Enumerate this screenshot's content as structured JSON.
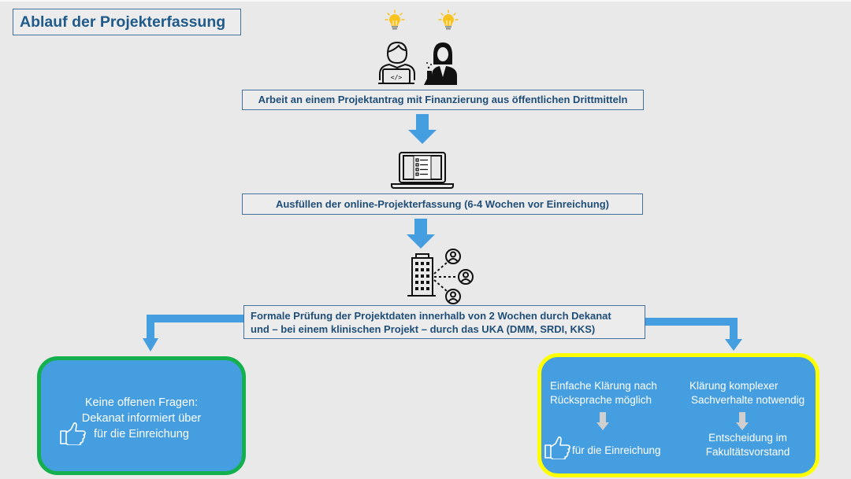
{
  "title": "Ablauf der Projekterfassung",
  "steps": [
    {
      "label": "Arbeit an einem Projektantrag mit Finanzierung aus öffentlichen Drittmitteln"
    },
    {
      "label": "Ausfüllen der online-Projekterfassung (6-4 Wochen vor Einreichung)"
    },
    {
      "line1": "Formale Prüfung der Projektdaten innerhalb von 2 Wochen durch Dekanat",
      "line2": "und – bei einem klinischen Projekt – durch das UKA (DMM, SRDI, KKS)"
    }
  ],
  "icons": {
    "ideas": [
      "lightbulb-icon",
      "lightbulb-icon"
    ],
    "people": [
      "developer-person-icon",
      "scientist-person-icon"
    ],
    "form": "laptop-form-icon",
    "institution": "building-network-icon"
  },
  "outcome_left": {
    "line1": "Keine offenen Fragen:",
    "line2": "Dekanat informiert über",
    "line3": "für die Einreichung",
    "icon": "thumbs-up-icon",
    "border_color": "#14b04e"
  },
  "outcome_right": {
    "border_color": "#ffff00",
    "simple": {
      "line1": "Einfache Klärung nach",
      "line2": "Rücksprache möglich",
      "result": "für die Einreichung",
      "icon": "thumbs-up-icon"
    },
    "complex": {
      "line1": "Klärung komplexer",
      "line2": "Sachverhalte notwendig",
      "result_line1": "Entscheidung im",
      "result_line2": "Fakultätsvorstand"
    }
  },
  "colors": {
    "background": "#e9e9e9",
    "arrow": "#449ee0",
    "box_fill": "#449ee0",
    "text_dark_blue": "#1f4e79",
    "bulb": "#f7c31c"
  }
}
